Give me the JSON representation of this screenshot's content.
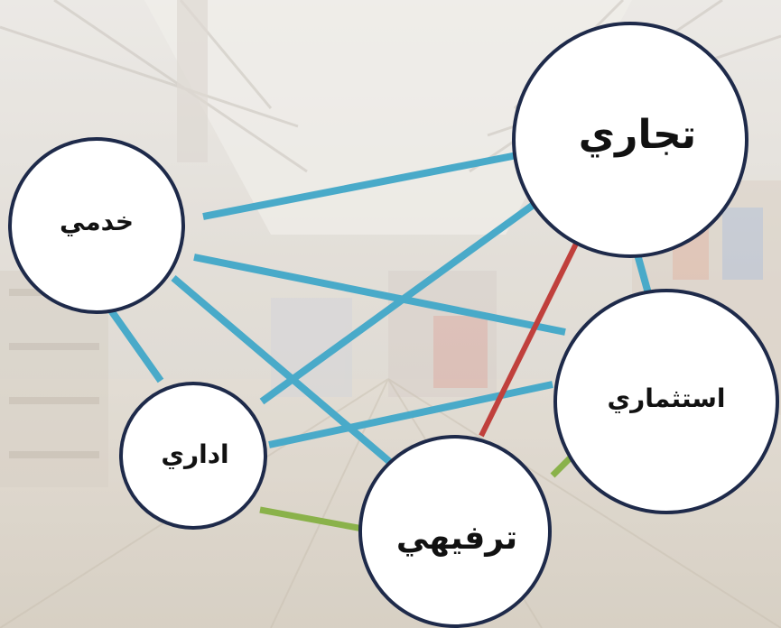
{
  "diagram": {
    "nodes": [
      {
        "id": "tijari",
        "label": "تجاري"
      },
      {
        "id": "khadami",
        "label": "خدمي"
      },
      {
        "id": "istithmari",
        "label": "استثماري"
      },
      {
        "id": "idari",
        "label": "اداري"
      },
      {
        "id": "tarfihi",
        "label": "ترفيهي"
      }
    ],
    "colors": {
      "blue_link": "#49aac9",
      "red_link": "#c0403c",
      "green_link": "#8ab24a",
      "node_fill": "#ffffff",
      "node_stroke": "#1e2a4a"
    }
  }
}
